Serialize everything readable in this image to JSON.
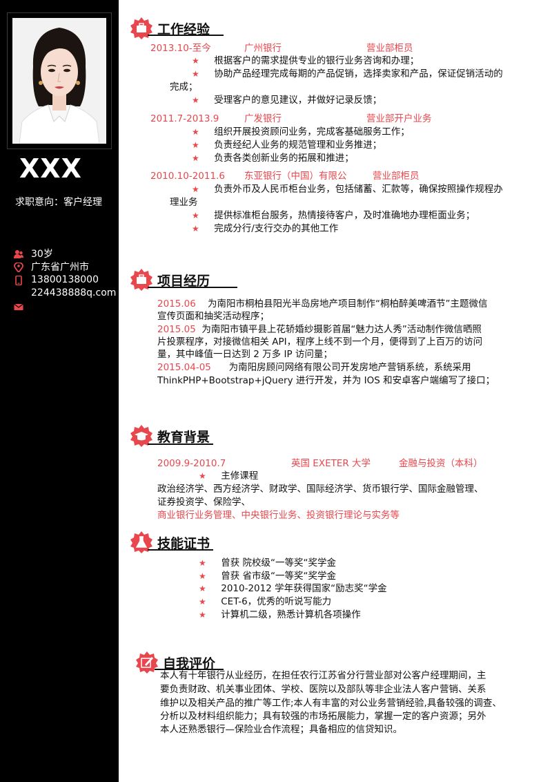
{
  "profile": {
    "name": "XXX",
    "intent": "求职意向：客户经理",
    "age": "30岁",
    "location": "广东省广州市",
    "phone": "13800138000",
    "email": "224438888q.com"
  },
  "colors": {
    "accent": "#e8474d",
    "sidebar": "#000000"
  },
  "sections": {
    "work": {
      "title": "工作经验",
      "jobs": [
        {
          "period": "2013.10-至今",
          "company": "广州银行",
          "position": "营业部柜员",
          "duties": [
            "根据客户的需求提供专业的银行业务咨询和办理；",
            "协助产品经理完成每期的产品促销，选择卖家和产品，保证促销活动的",
            "完成；",
            "受理客户的意见建议，并做好记录反馈；"
          ]
        },
        {
          "period": "2011.7-2013.9",
          "company": "广发银行",
          "position": "营业部开户业务",
          "duties": [
            "组织开展投资顾问业务，完成客基础服务工作；",
            "负责经纪人业务的规范管理和业务推进；",
            "负责各类创新业务的拓展和推进；"
          ]
        },
        {
          "period": "2010.10-2011.6",
          "company": "东亚银行（中国）有限公",
          "position": "营业部柜员",
          "duties": [
            "负责外币及人民币柜台业务，包括储蓄、汇款等，确保按照操作规程办",
            "理业务",
            "提供标准柜台服务，热情接待客户，及时准确地办理柜面业务；",
            "完成分行/支行交办的其他工作"
          ]
        }
      ]
    },
    "projects": {
      "title": "项目经历",
      "items": [
        {
          "date": "2015.06",
          "lines": [
            "为南阳市桐柏县阳光半岛房地产项目制作“桐柏醉美啤酒节”主题微信",
            "宣传页面和抽奖活动程序；"
          ]
        },
        {
          "date": "2015.05",
          "lines": [
            "为南阳市镇平县上花轿婚纱摄影首届“魅力达人秀”活动制作微信晒照",
            "片投票程序，对接微信相关 API，程序上线不到一个月，便得到了上百万的访问",
            "量，其中峰值一日达到 2 万多 IP 访问量；"
          ]
        },
        {
          "date": "2015.04-05",
          "lines": [
            "为南阳房顾问网络有限公司开发房地产营销系统，系统采用",
            "ThinkPHP+Bootstrap+jQuery 进行开发，并为 IOS 和安卓客户端编写了接口；"
          ]
        }
      ]
    },
    "education": {
      "title": "教育背景",
      "period": "2009.9-2010.7",
      "school": "英国 EXETER 大学",
      "major": "金融与投资（本科）",
      "courses_label": "主修课程",
      "courses_line1": "政治经济学、西方经济学、财政学、国际经济学、货币银行学、国际金融管理、",
      "courses_line2": "证券投资学、保险学、",
      "courses_line3": "商业银行业务管理、中央银行业务、投资银行理论与实务等"
    },
    "skills": {
      "title": "技能证书",
      "items": [
        "曾获  院校级“一等奖“奖学金",
        "曾获  省市级“一等奖“奖学金",
        "2010-2012 学年获得国家“励志奖“学金",
        "CET-6，优秀的听说写能力",
        "计算机二级，熟悉计算机各项操作"
      ]
    },
    "self": {
      "title": "自我评价",
      "lines": [
        "本人有十年银行从业经历，在担任农行江苏省分行营业部对公客户经理期间，主",
        "要负责财政、机关事业团体、学校、医院以及部队等非企业法人客户营销、关系",
        "维护以及相关产品的推广等工作;本人有丰富的对公业务营销经验,具备较强的调查、",
        "分析以及材料组织能力；具有较强的市场拓展能力，掌握一定的客户资源；另外",
        "本人还熟悉银行—保险业合作流程；具备相应的信贷知识。"
      ]
    }
  },
  "star": "★"
}
